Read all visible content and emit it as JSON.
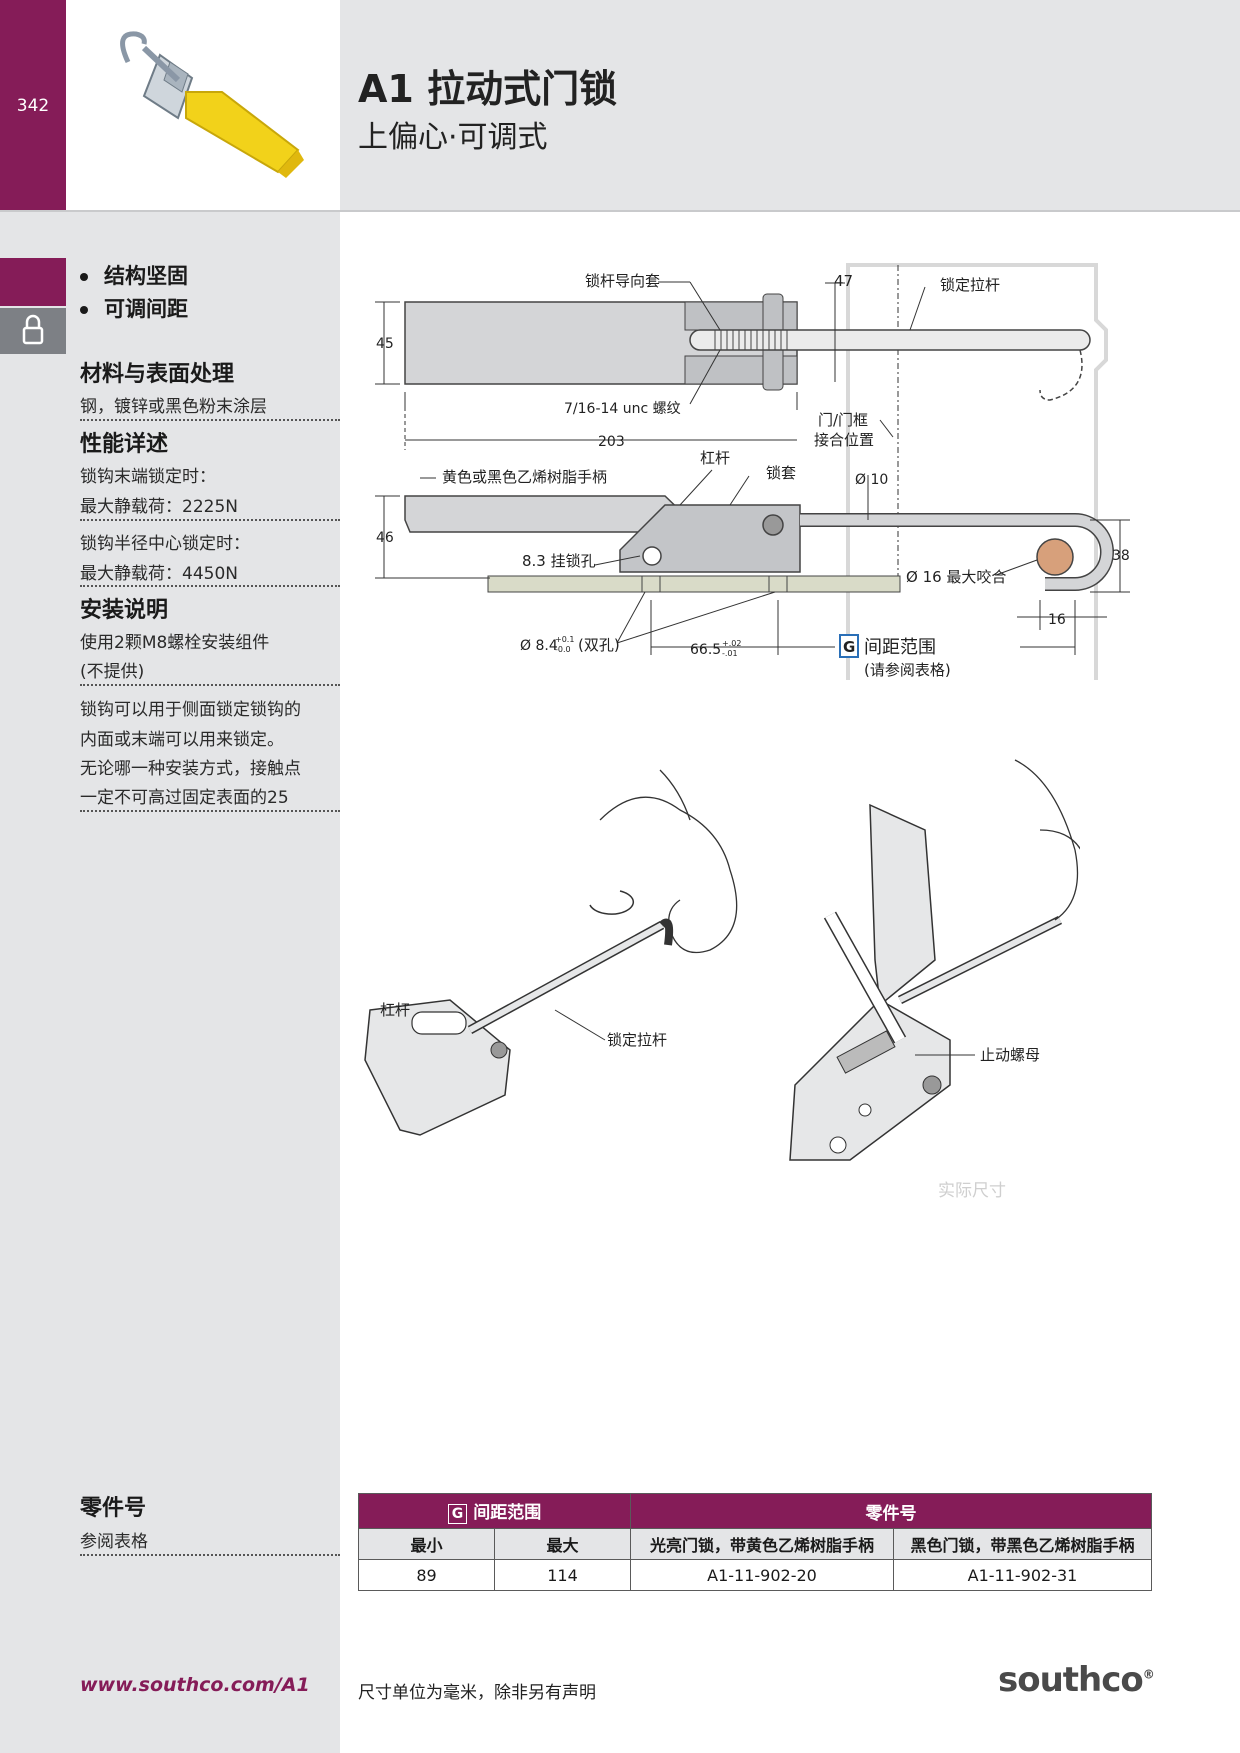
{
  "page_number": "342",
  "title": "A1 拉动式门锁",
  "subtitle": "上偏心·可调式",
  "features": [
    "结构坚固",
    "可调间距"
  ],
  "sections": {
    "materials_heading": "材料与表面处理",
    "materials_text": "钢，镀锌或黑色粉末涂层",
    "performance_heading": "性能详述",
    "perf_end_label": "锁钩末端锁定时：",
    "perf_end_load": "最大静载荷：2225N",
    "perf_center_label": "锁钩半径中心锁定时：",
    "perf_center_load": "最大静载荷：4450N",
    "install_heading": "安装说明",
    "install_line1": "使用2颗M8螺栓安装组件",
    "install_line2": "(不提供)",
    "note_line1": "锁钩可以用于侧面锁定锁钩的",
    "note_line2": "内面或末端可以用来锁定。",
    "note_line3": "无论哪一种安装方式，接触点",
    "note_line4": "一定不可高过固定表面的25",
    "part_heading": "零件号",
    "part_text": "参阅表格"
  },
  "drawing": {
    "guide_sleeve": "锁杆导向套",
    "dim_47": "47",
    "locking_rod": "锁定拉杆",
    "dim_45": "45",
    "thread": "7/16-14 unc 螺纹",
    "door_frame_1": "门/门框",
    "door_frame_2": "接合位置",
    "dim_203": "203",
    "lever": "杠杆",
    "handle": "黄色或黑色乙烯树脂手柄",
    "sleeve": "锁套",
    "dia_10": "Ø 10",
    "dim_46": "46",
    "padlock_hole": "8.3 挂锁孔",
    "dim_38": "38",
    "max_bite": "Ø 16 最大咬合",
    "dim_16": "16",
    "hole_dia": "Ø 8.4",
    "hole_tol_plus": "+0.1",
    "hole_tol_minus": "-0.0",
    "double_hole": "(双孔)",
    "dim_665": "66.5",
    "tol_plus": "+.02",
    "tol_minus": "-.01",
    "g_letter": "G",
    "grip_range": "间距范围",
    "see_table": "(请参阅表格)"
  },
  "illustration": {
    "lever": "杠杆",
    "locking_rod": "锁定拉杆",
    "stop_nut": "止动螺母",
    "actual_size": "实际尺寸"
  },
  "table": {
    "g_letter": "G",
    "grip_range": "间距范围",
    "part_number": "零件号",
    "min": "最小",
    "max": "最大",
    "bright_yellow": "光亮门锁，带黄色乙烯树脂手柄",
    "black_black": "黑色门锁，带黑色乙烯树脂手柄",
    "rows": [
      {
        "min": "89",
        "max": "114",
        "part1": "A1-11-902-20",
        "part2": "A1-11-902-31"
      }
    ]
  },
  "footer": {
    "url": "www.southco.com/A1",
    "note": "尺寸单位为毫米，除非另有声明",
    "logo": "southco",
    "logo_mark": "®"
  },
  "colors": {
    "brand_maroon": "#851c58",
    "band_gray": "#e4e5e7",
    "accent_blue": "#2a6fb7",
    "handle_yellow": "#f2d21a"
  }
}
